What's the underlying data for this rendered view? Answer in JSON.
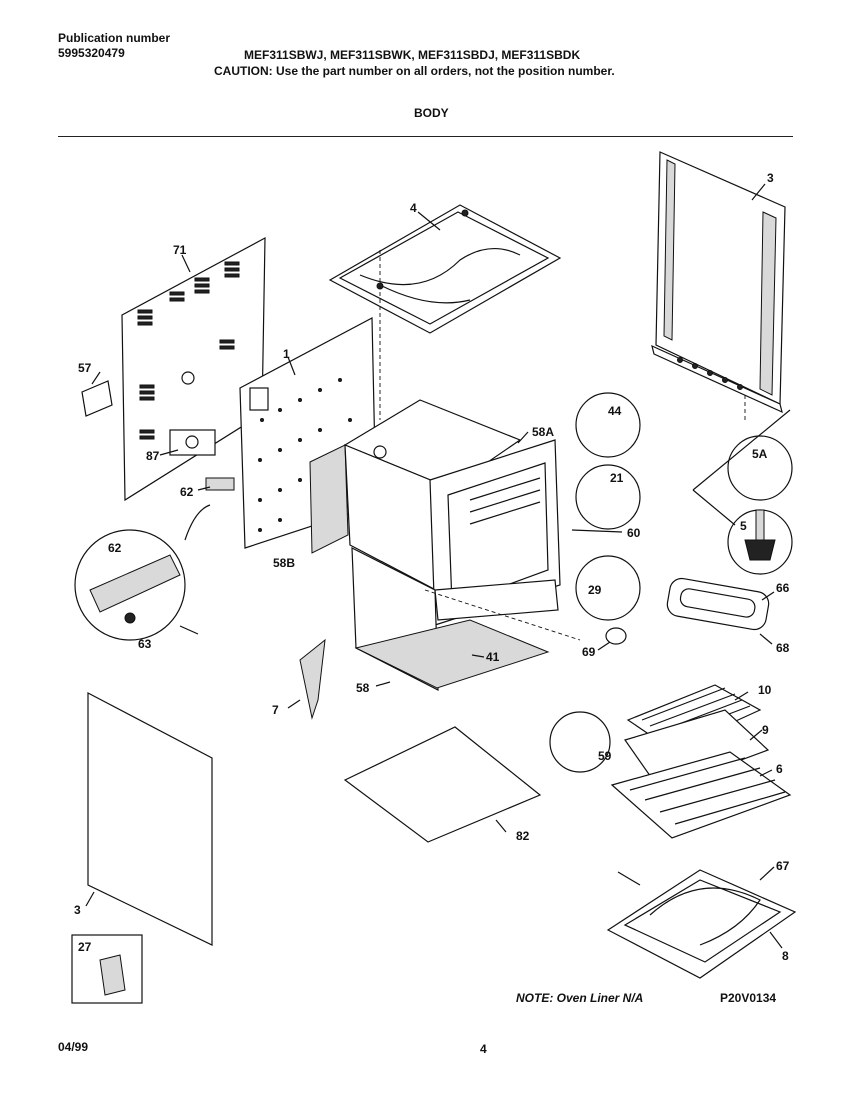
{
  "header": {
    "publication_label": "Publication number",
    "publication_number": "5995320479",
    "models": "MEF311SBWJ, MEF311SBWK, MEF311SBDJ, MEF311SBDK",
    "caution": "CAUTION:  Use the part number on all orders, not the position number.",
    "section_title": "BODY"
  },
  "callouts": {
    "c3_top": "3",
    "c4": "4",
    "c71": "71",
    "c1": "1",
    "c57": "57",
    "c87": "87",
    "c62": "62",
    "c62_detail": "62",
    "c63": "63",
    "c58B": "58B",
    "c58A": "58A",
    "c44": "44",
    "c21": "21",
    "c60": "60",
    "c29": "29",
    "c69": "69",
    "c41": "41",
    "c58": "58",
    "c7": "7",
    "c5A": "5A",
    "c5": "5",
    "c66": "66",
    "c68": "68",
    "c10": "10",
    "c9": "9",
    "c6": "6",
    "c59": "59",
    "c82": "82",
    "c67": "67",
    "c8": "8",
    "c3_bottom": "3",
    "c27": "27"
  },
  "footer": {
    "note": "NOTE:  Oven Liner N/A",
    "drawing_id": "P20V0134",
    "date": "04/99",
    "page_number": "4"
  }
}
